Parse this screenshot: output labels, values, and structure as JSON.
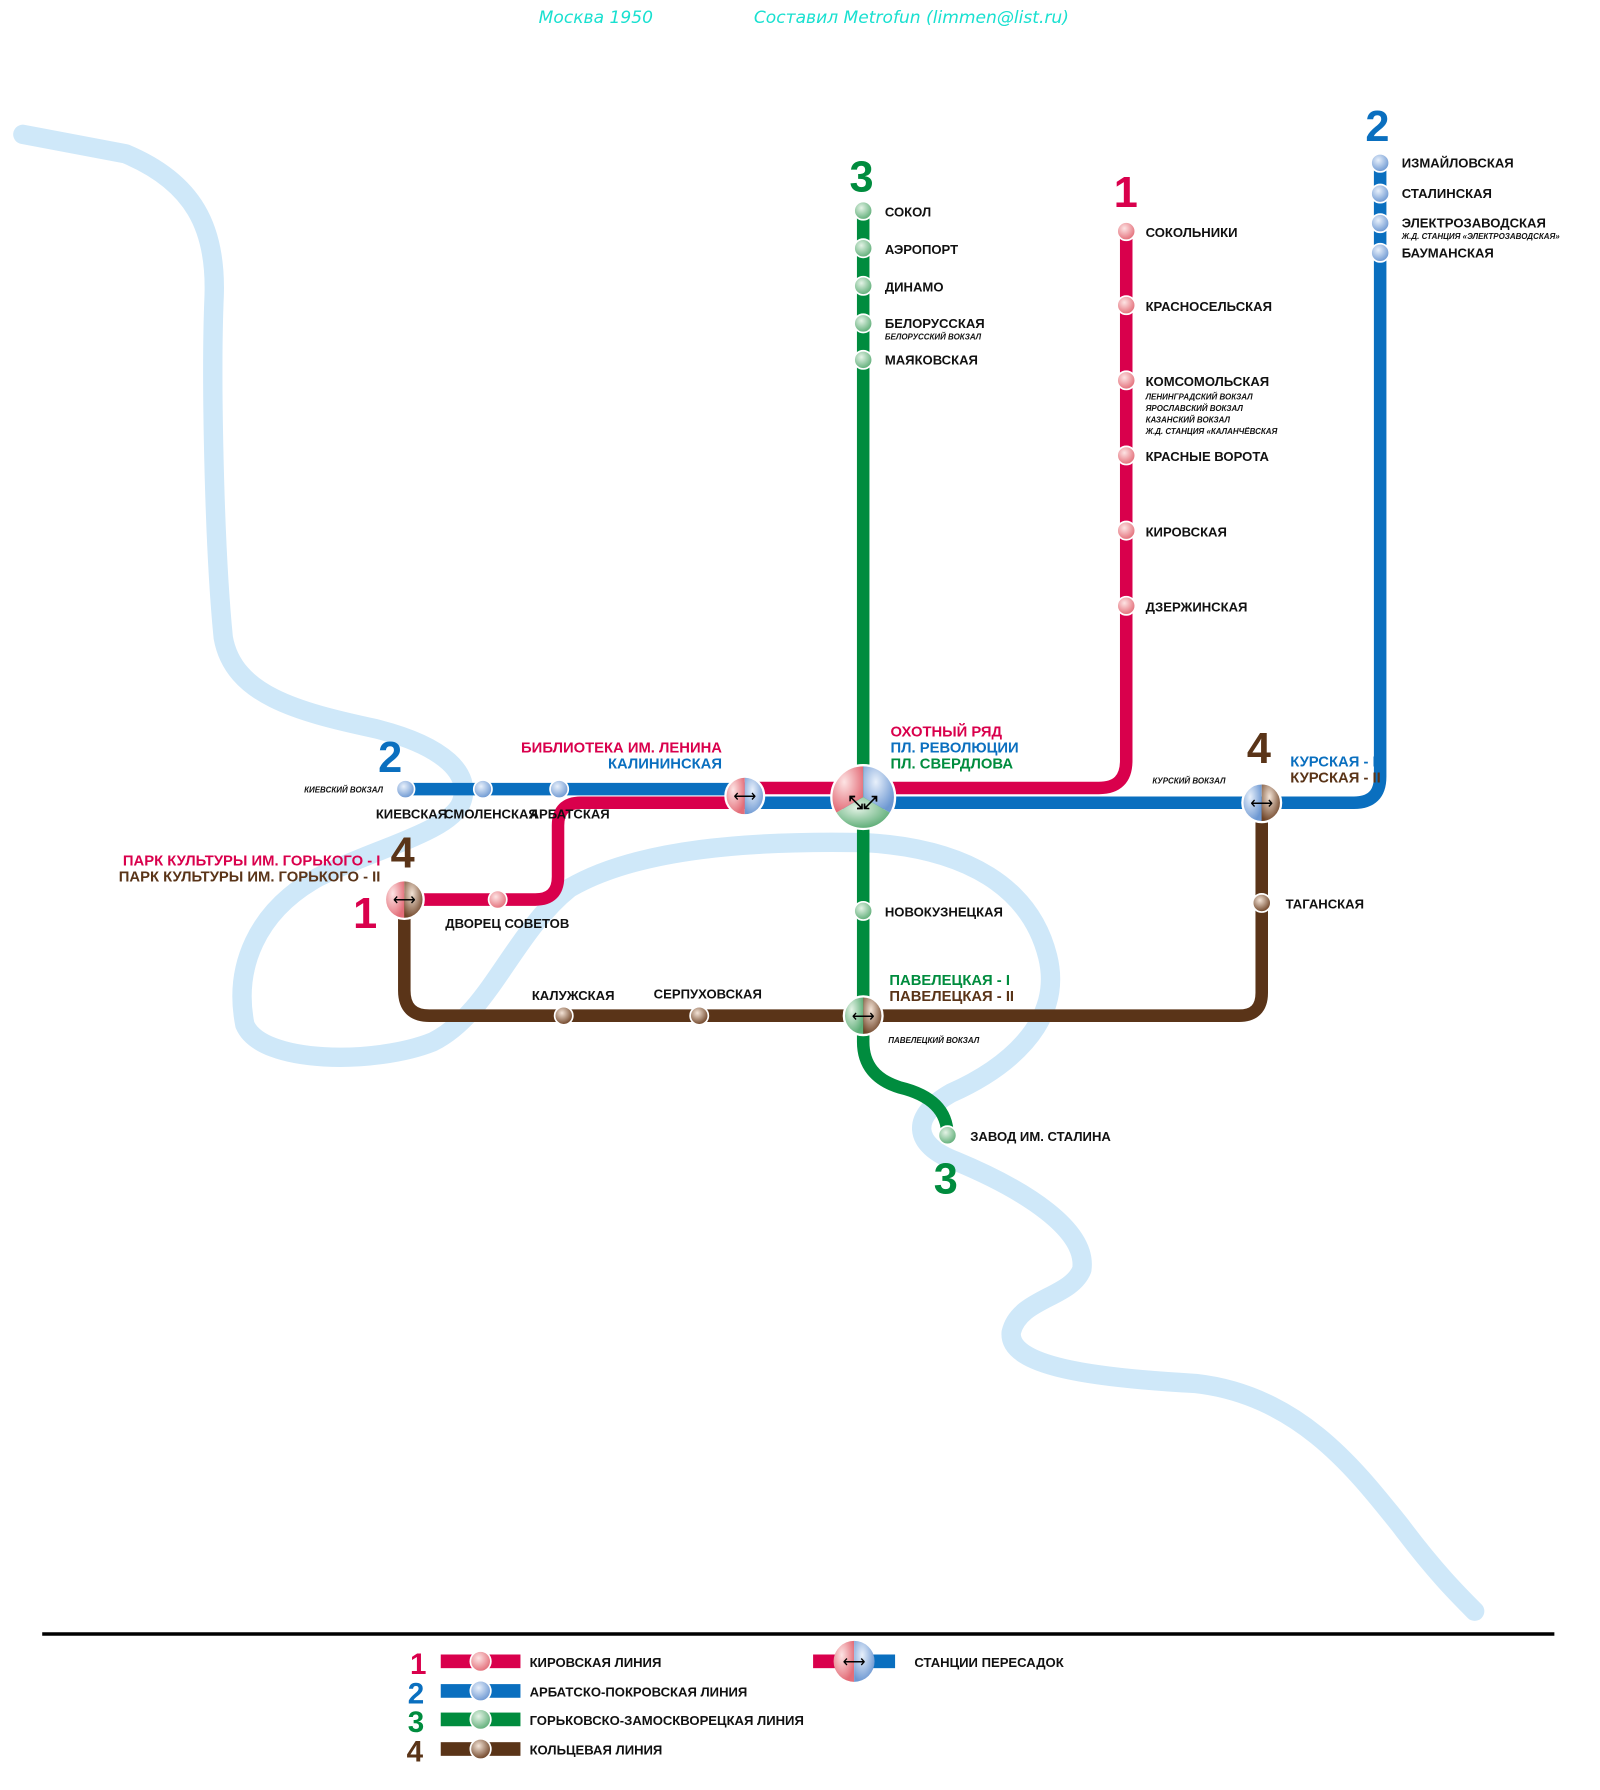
{
  "header": {
    "title": "Москва 1950",
    "credit": "Составил Metrofun (limmen@list.ru)"
  },
  "colors": {
    "line1": "#d9004c",
    "line2": "#0a6fbf",
    "line3": "#008c3e",
    "line4": "#5a3418",
    "river": "#cfe8f9",
    "header": "#19e0d0"
  },
  "lines": {
    "l1": {
      "number": "1",
      "name": "КИРОВСКАЯ ЛИНИЯ"
    },
    "l2": {
      "number": "2",
      "name": "АРБАТСКО-ПОКРОВСКАЯ ЛИНИЯ"
    },
    "l3": {
      "number": "3",
      "name": "ГОРЬКОВСКО-ЗАМОСКВОРЕЦКАЯ ЛИНИЯ"
    },
    "l4": {
      "number": "4",
      "name": "КОЛЬЦЕВАЯ ЛИНИЯ"
    }
  },
  "stations": {
    "sokol": "СОКОЛ",
    "aeroport": "АЭРОПОРТ",
    "dinamo": "ДИНАМО",
    "belorusskaya": "БЕЛОРУССКАЯ",
    "belorusskaya_sub": "БЕЛОРУССКИЙ ВОКЗАЛ",
    "mayakovskaya": "МАЯКОВСКАЯ",
    "novokuznetskaya": "НОВОКУЗНЕЦКАЯ",
    "zavod": "ЗАВОД ИМ. СТАЛИНА",
    "sokolniki": "СОКОЛЬНИКИ",
    "krasnoselskaya": "КРАСНОСЕЛЬСКАЯ",
    "komsomolskaya": "КОМСОМОЛЬСКАЯ",
    "komsomolskaya_sub": [
      "ЛЕНИНГРАДСКИЙ ВОКЗАЛ",
      "ЯРОСЛАВСКИЙ ВОКЗАЛ",
      "КАЗАНСКИЙ ВОКЗАЛ",
      "Ж.Д. СТАНЦИЯ «КАЛАНЧЁВСКАЯ"
    ],
    "krasnye_vorota": "КРАСНЫЕ ВОРОТА",
    "kirovskaya": "КИРОВСКАЯ",
    "dzerzhinskaya": "ДЗЕРЖИНСКАЯ",
    "dvorets": "ДВОРЕЦ СОВЕТОВ",
    "izmaylovskaya": "ИЗМАЙЛОВСКАЯ",
    "stalinskaya": "СТАЛИНСКАЯ",
    "elektrozavodskaya": "ЭЛЕКТРОЗАВОДСКАЯ",
    "elektrozavodskaya_sub": "Ж.Д. СТАНЦИЯ «ЭЛЕКТРОЗАВОДСКАЯ»",
    "baumanskaya": "БАУМАНСКАЯ",
    "kievskaya": "КИЕВСКАЯ",
    "kievskaya_sub": "КИЕВСКИЙ ВОКЗАЛ",
    "smolenskaya": "СМОЛЕНСКАЯ",
    "arbatskaya": "АРБАТСКАЯ",
    "kaluzhskaya": "КАЛУЖСКАЯ",
    "serpukhovskaya": "СЕРПУХОВСКАЯ",
    "taganskaya": "ТАГАНСКАЯ",
    "kursky_sub": "КУРСКИЙ ВОКЗАЛ",
    "paveletsky_sub": "ПАВЕЛЕЦКИЙ ВОКЗАЛ"
  },
  "interchanges": {
    "center": [
      "ОХОТНЫЙ РЯД",
      "ПЛ. РЕВОЛЮЦИИ",
      "ПЛ. СВЕРДЛОВА"
    ],
    "lenina": [
      "БИБЛИОТЕКА ИМ. ЛЕНИНА",
      "КАЛИНИНСКАЯ"
    ],
    "park": [
      "ПАРК КУЛЬТУРЫ ИМ. ГОРЬКОГО - I",
      "ПАРК КУЛЬТУРЫ ИМ. ГОРЬКОГО - II"
    ],
    "kurskaya": [
      "КУРСКАЯ - I",
      "КУРСКАЯ - II"
    ],
    "paveletskaya": [
      "ПАВЕЛЕЦКАЯ - I",
      "ПАВЕЛЕЦКАЯ - II"
    ]
  },
  "legend": {
    "transfer": "СТАНЦИИ ПЕРЕСАДОК"
  }
}
